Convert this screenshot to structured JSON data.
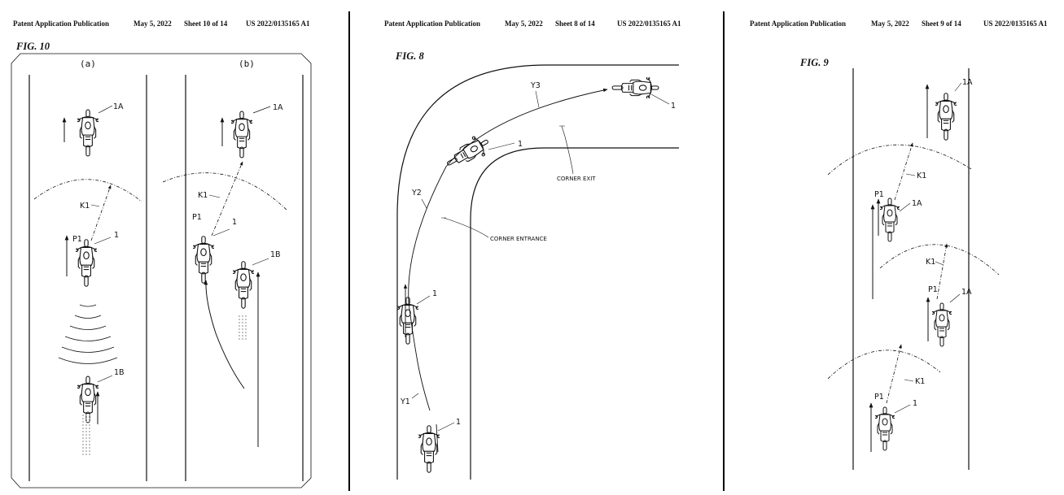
{
  "sheets": {
    "fig10": {
      "header": {
        "publication": "Patent Application Publication",
        "date": "May 5, 2022",
        "sheet": "Sheet 10 of 14",
        "number": "US 2022/0135165 A1"
      },
      "figure_label": "FIG. 10",
      "panel_a": "(a)",
      "panel_b": "(b)",
      "labels": {
        "1A": "1A",
        "K1": "K1",
        "P1": "P1",
        "one": "1",
        "1B": "1B"
      }
    },
    "fig8": {
      "header": {
        "publication": "Patent Application Publication",
        "date": "May 5, 2022",
        "sheet": "Sheet 8 of 14",
        "number": "US 2022/0135165 A1"
      },
      "figure_label": "FIG. 8",
      "labels": {
        "Y1": "Y1",
        "Y2": "Y2",
        "Y3": "Y3",
        "one": "1",
        "corner_exit": "CORNER EXIT",
        "corner_entrance": "CORNER ENTRANCE"
      }
    },
    "fig9": {
      "header": {
        "publication": "Patent Application Publication",
        "date": "May 5, 2022",
        "sheet": "Sheet 9 of 14",
        "number": "US 2022/0135165 A1"
      },
      "figure_label": "FIG. 9",
      "labels": {
        "1A": "1A",
        "K1": "K1",
        "P1": "P1",
        "one": "1"
      }
    }
  },
  "colors": {
    "ink": "#111111",
    "paper": "#ffffff"
  }
}
